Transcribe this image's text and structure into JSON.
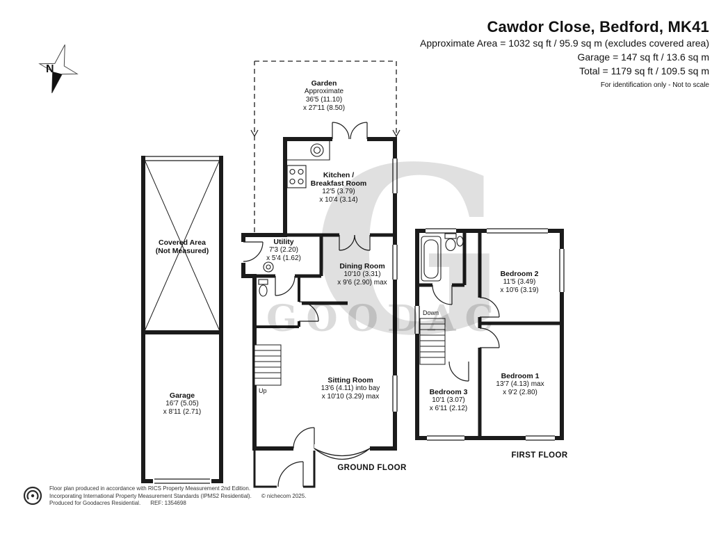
{
  "header": {
    "title": "Cawdor Close, Bedford, MK41",
    "area_line": "Approximate Area = 1032 sq ft / 95.9 sq m (excludes covered area)",
    "garage_line": "Garage = 147 sq ft / 13.6 sq m",
    "total_line": "Total = 1179 sq ft / 109.5 sq m",
    "disclaimer": "For identification only - Not to scale"
  },
  "compass": {
    "label": "N"
  },
  "floors": {
    "ground": "GROUND FLOOR",
    "first": "FIRST FLOOR"
  },
  "stairs": {
    "up": "Up",
    "down": "Down"
  },
  "rooms": {
    "garden": {
      "name": "Garden",
      "note": "Approximate",
      "dim1": "36'5 (11.10)",
      "dim2": "x 27'11 (8.50)"
    },
    "kitchen": {
      "name": "Kitchen /",
      "name2": "Breakfast Room",
      "dim1": "12'5 (3.79)",
      "dim2": "x 10'4 (3.14)"
    },
    "utility": {
      "name": "Utility",
      "dim1": "7'3 (2.20)",
      "dim2": "x 5'4 (1.62)"
    },
    "dining": {
      "name": "Dining Room",
      "dim1": "10'10 (3.31)",
      "dim2": "x 9'6 (2.90) max"
    },
    "sitting": {
      "name": "Sitting Room",
      "dim1": "13'6 (4.11) into bay",
      "dim2": "x 10'10 (3.29) max"
    },
    "covered": {
      "name": "Covered Area",
      "name2": "(Not Measured)"
    },
    "garage": {
      "name": "Garage",
      "dim1": "16'7 (5.05)",
      "dim2": "x 8'11 (2.71)"
    },
    "bedroom1": {
      "name": "Bedroom 1",
      "dim1": "13'7 (4.13) max",
      "dim2": "x 9'2 (2.80)"
    },
    "bedroom2": {
      "name": "Bedroom 2",
      "dim1": "11'5 (3.49)",
      "dim2": "x 10'6 (3.19)"
    },
    "bedroom3": {
      "name": "Bedroom 3",
      "dim1": "10'1 (3.07)",
      "dim2": "x 6'11 (2.12)"
    }
  },
  "watermark": {
    "letter": "G",
    "text": "GOODAC"
  },
  "footer": {
    "line1": "Floor plan produced in accordance with RICS Property Measurement 2nd Edition.",
    "line2": "Incorporating International Property Measurement Standards (IPMS2 Residential).",
    "copyright": "© nichecom 2025.",
    "line3": "Produced for Goodacres Residential.",
    "ref": "REF: 1354698"
  },
  "colors": {
    "wall": "#1b1b1b",
    "background": "#ffffff",
    "watermark_gray": "#d9d9d9"
  }
}
